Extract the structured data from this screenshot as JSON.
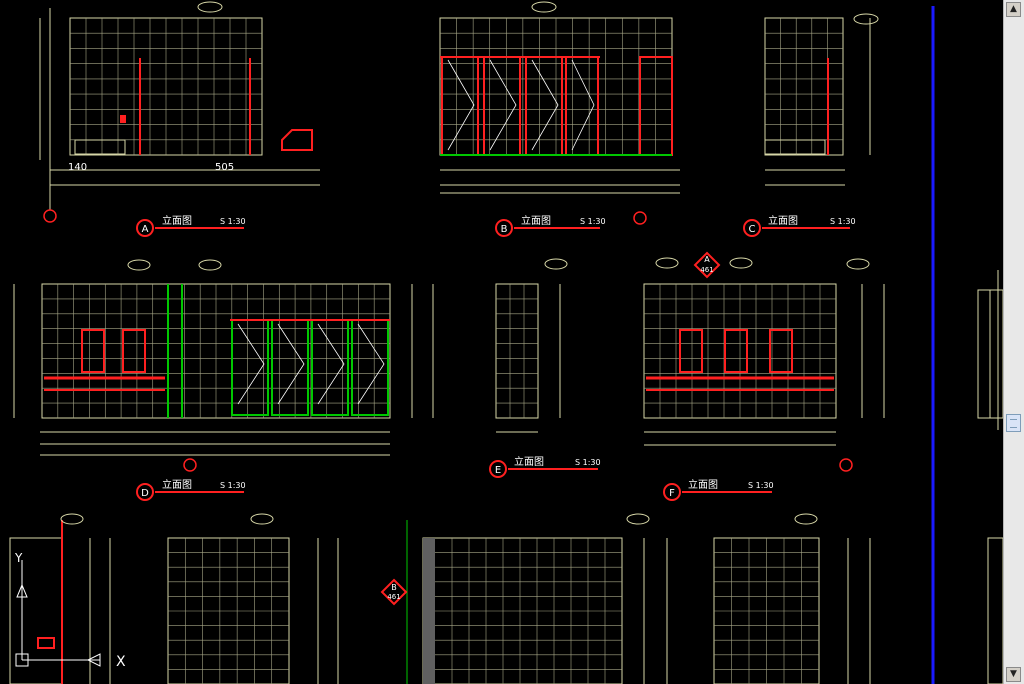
{
  "views": [
    {
      "title": "立面图",
      "scale": "S 1:30",
      "marker": "A"
    },
    {
      "title": "立面图",
      "scale": "S 1:30",
      "marker": "B"
    },
    {
      "title": "立面图",
      "scale": "S 1:30",
      "marker": "C"
    },
    {
      "title": "立面图",
      "scale": "S 1:30",
      "marker": "D"
    },
    {
      "title": "立面图",
      "scale": "S 1:30",
      "marker": "E"
    },
    {
      "title": "立面图",
      "scale": "S 1:30",
      "marker": "F"
    }
  ],
  "dims": {
    "a_140": "140",
    "a_505": "505"
  },
  "callouts": {
    "d_marker": "A",
    "d_marker_num": "461",
    "g_marker": "B",
    "g_marker_num": "461"
  },
  "ucs": {
    "x": "X",
    "y": "Y"
  },
  "colors": {
    "background": "#000000",
    "grid": "#d8d8a8",
    "red": "#ff2020",
    "green": "#00c800",
    "blue_line": "#1a1aff",
    "white": "#ffffff"
  }
}
